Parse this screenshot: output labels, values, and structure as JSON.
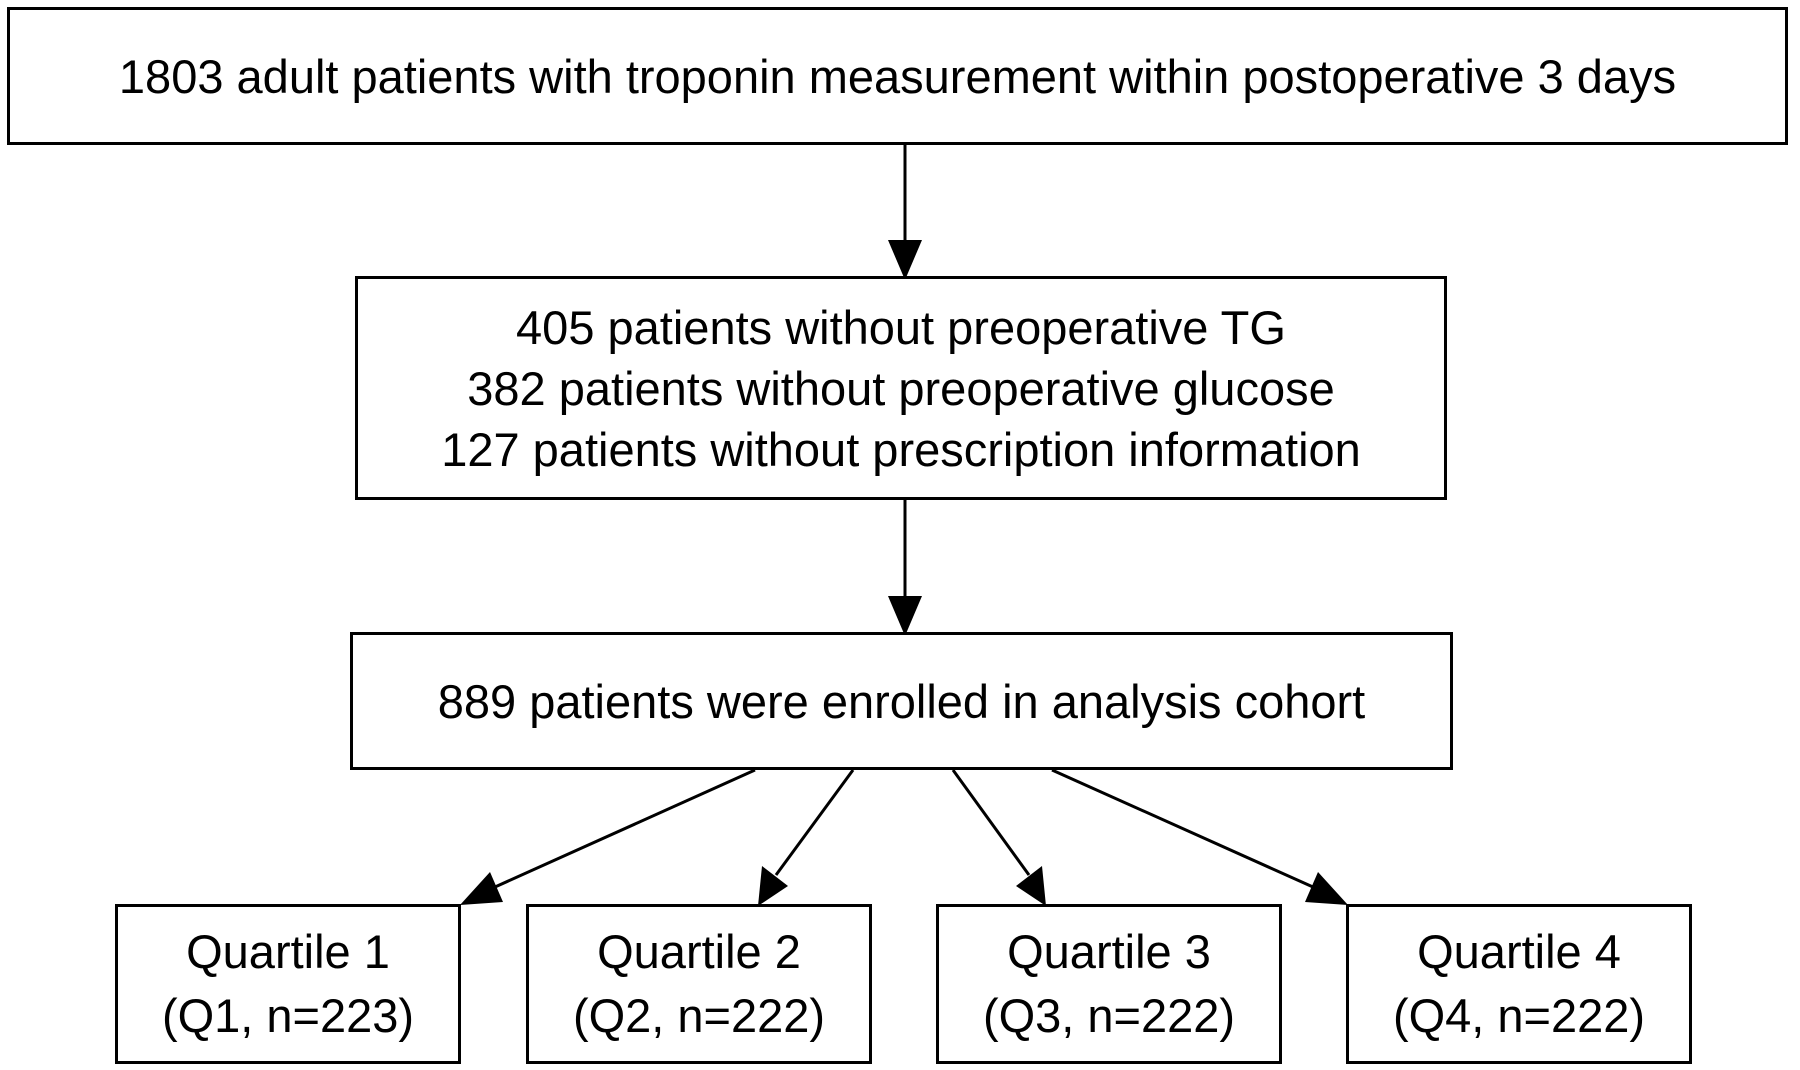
{
  "flowchart": {
    "top_box": {
      "text": "1803 adult patients with troponin measurement within postoperative 3 days"
    },
    "exclusion_box": {
      "lines": [
        "405 patients without preoperative TG",
        "382 patients without preoperative glucose",
        "127 patients without prescription information"
      ]
    },
    "enrolled_box": {
      "text": "889 patients were enrolled in analysis cohort"
    },
    "quartiles": [
      {
        "title": "Quartile 1",
        "detail": "(Q1, n=223)"
      },
      {
        "title": "Quartile 2",
        "detail": "(Q2, n=222)"
      },
      {
        "title": "Quartile 3",
        "detail": "(Q3, n=222)"
      },
      {
        "title": "Quartile 4",
        "detail": "(Q4, n=222)"
      }
    ]
  }
}
